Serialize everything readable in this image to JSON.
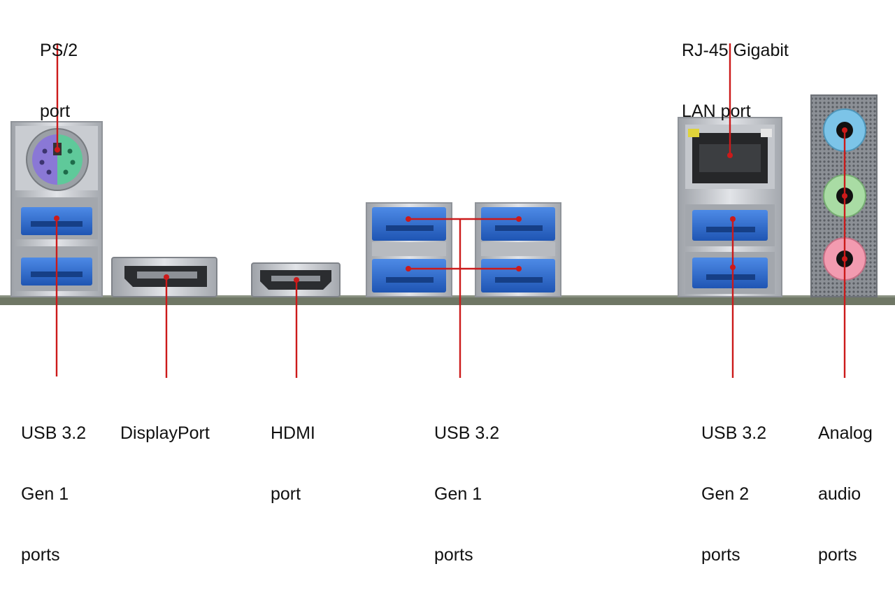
{
  "labels": {
    "ps2": [
      "PS/2",
      "port"
    ],
    "rj45": [
      "RJ-45 Gigabit",
      "LAN port"
    ],
    "usb_gen1_left": [
      "USB 3.2",
      "Gen 1",
      "ports"
    ],
    "displayport": [
      "DisplayPort"
    ],
    "hdmi": [
      "HDMI",
      "port"
    ],
    "usb_gen1_mid": [
      "USB 3.2",
      "Gen 1",
      "ports"
    ],
    "usb_gen2": [
      "USB 3.2",
      "Gen 2",
      "ports"
    ],
    "audio": [
      "Analog",
      "audio",
      "ports"
    ]
  },
  "colors": {
    "leader_line": "#cc1a1a",
    "pcb": "#6f7765",
    "usb_blue": "#2f6fd0",
    "metal": "#b9bcc2",
    "ps2_purple": "#8a78d6",
    "ps2_green": "#5fc99a",
    "audio_blue": "#7cc4e8",
    "audio_green": "#a9dca4",
    "audio_pink": "#f29bb0"
  }
}
